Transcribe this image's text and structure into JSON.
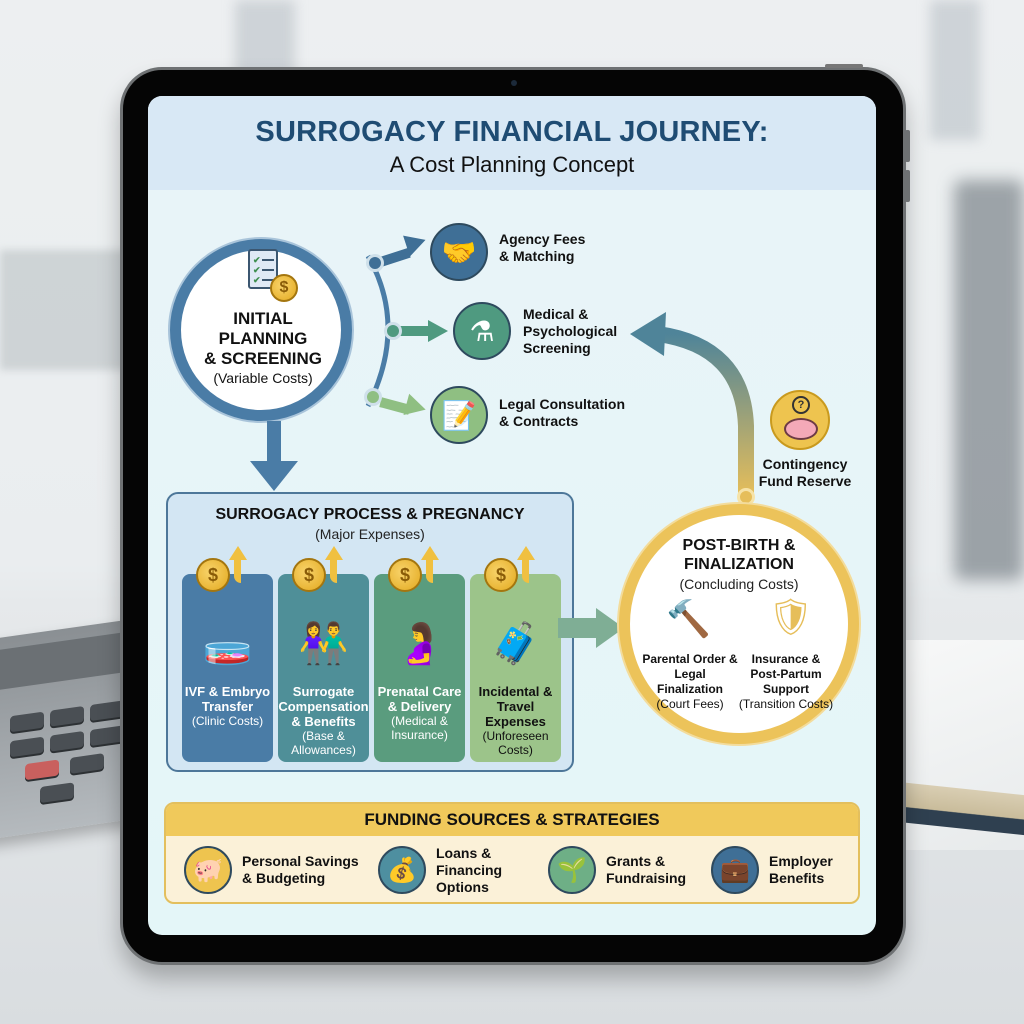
{
  "header": {
    "title": "SURROGACY FINANCIAL JOURNEY:",
    "subtitle": "A Cost Planning Concept"
  },
  "initial_stage": {
    "title_line1": "INITIAL",
    "title_line2": "PLANNING",
    "title_line3": "& SCREENING",
    "note": "(Variable Costs)",
    "icon": "checklist-document-coin-icon"
  },
  "initial_branches": [
    {
      "line1": "Agency Fees",
      "line2": "& Matching",
      "icon": "handshake-icon",
      "icon_glyph": "🤝",
      "color": "#3f6f96"
    },
    {
      "line1": "Medical &",
      "line2": "Psychological",
      "line3": "Screening",
      "icon": "flask-icon",
      "icon_glyph": "⚗",
      "color": "#4f9a80"
    },
    {
      "line1": "Legal Consultation",
      "line2": "& Contracts",
      "icon": "contract-pen-icon",
      "icon_glyph": "📝",
      "color": "#8fbf82"
    }
  ],
  "contingency": {
    "line1": "Contingency",
    "line2": "Fund Reserve",
    "icon": "piggy-bank-question-icon"
  },
  "process": {
    "title": "SURROGACY PROCESS & PREGNANCY",
    "subtitle": "(Major Expenses)",
    "cards": [
      {
        "title": "IVF & Embryo Transfer",
        "note": "(Clinic Costs)",
        "icon": "petri-dish-icon",
        "icon_glyph": "🧫",
        "color": "#4a7ca6",
        "text_color": "#ffffff"
      },
      {
        "title": "Surrogate Compensation & Benefits",
        "note": "(Base & Allowances)",
        "icon": "couple-heart-icon",
        "icon_glyph": "👫",
        "color": "#4f8f98",
        "text_color": "#ffffff"
      },
      {
        "title": "Prenatal Care & Delivery",
        "note": "(Medical & Insurance)",
        "icon": "pregnancy-hospital-icon",
        "icon_glyph": "🤰",
        "color": "#5a9c7e",
        "text_color": "#ffffff"
      },
      {
        "title": "Incidental & Travel Expenses",
        "note": "(Unforeseen Costs)",
        "icon": "luggage-car-icon",
        "icon_glyph": "🧳",
        "color": "#9cc48a",
        "text_color": "#111111"
      }
    ],
    "coin_symbol": "$"
  },
  "post_birth": {
    "title_line1": "POST-BIRTH &",
    "title_line2": "FINALIZATION",
    "subtitle": "(Concluding Costs)",
    "items": [
      {
        "title": "Parental Order & Legal Finalization",
        "note": "(Court Fees)",
        "icon": "gavel-icon",
        "icon_glyph": "🔨"
      },
      {
        "title": "Insurance & Post-Partum Support",
        "note": "(Transition Costs)",
        "icon": "shield-check-icon",
        "icon_glyph": "🛡"
      }
    ]
  },
  "funding": {
    "title": "FUNDING SOURCES & STRATEGIES",
    "items": [
      {
        "line1": "Personal Savings",
        "line2": "& Budgeting",
        "icon": "piggy-bank-icon",
        "icon_glyph": "🐖",
        "color": "#eec44f"
      },
      {
        "line1": "Loans &",
        "line2": "Financing",
        "line3": "Options",
        "icon": "money-bag-icon",
        "icon_glyph": "💰",
        "color": "#4e8fa0"
      },
      {
        "line1": "Grants &",
        "line2": "Fundraising",
        "icon": "hand-sprout-icon",
        "icon_glyph": "🌱",
        "color": "#6eaf86"
      },
      {
        "line1": "Employer",
        "line2": "Benefits",
        "icon": "briefcase-icon",
        "icon_glyph": "💼",
        "color": "#3f6f96"
      }
    ]
  },
  "colors": {
    "primary_blue": "#1f4c73",
    "ring_blue": "#4a7ca6",
    "ring_gold": "#ecc35a",
    "funding_header": "#f0c95b"
  }
}
